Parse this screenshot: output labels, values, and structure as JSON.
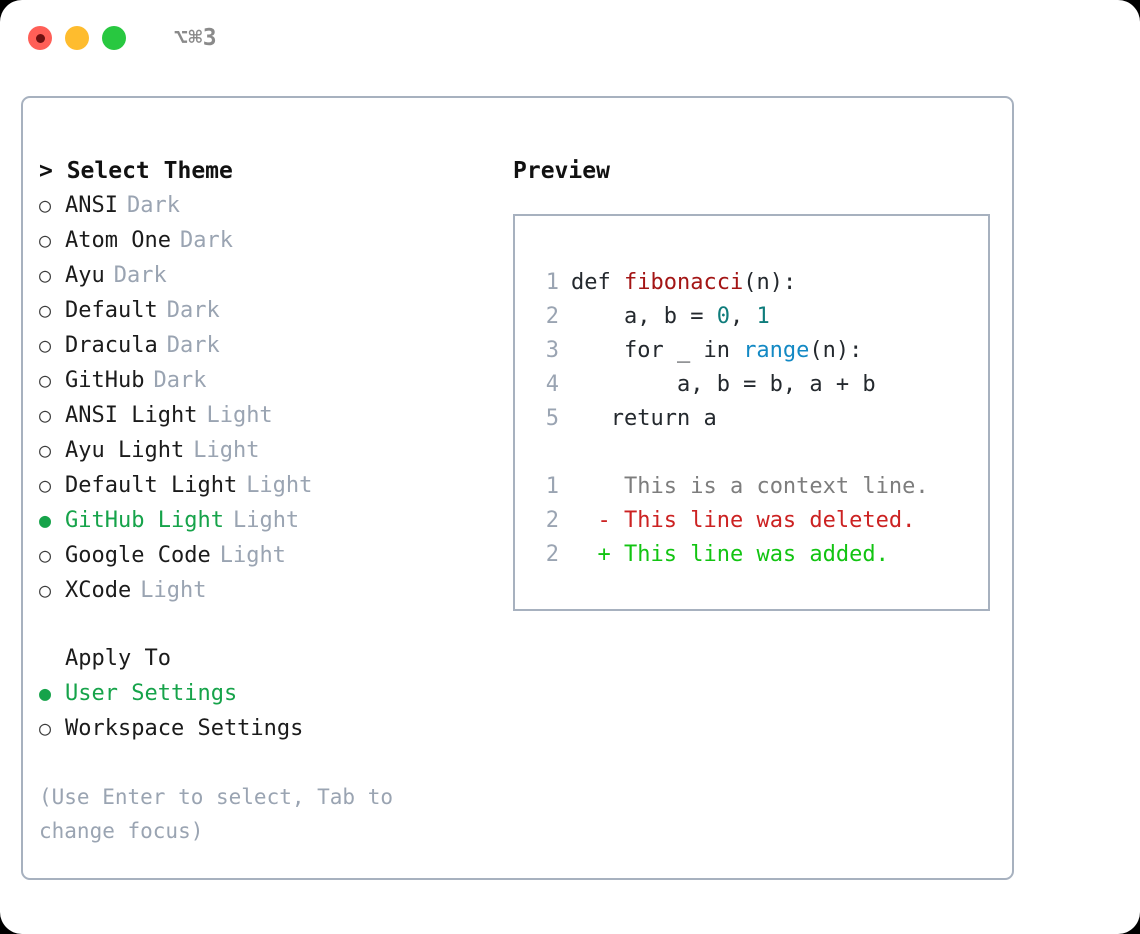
{
  "titlebar": {
    "shortcut": "⌥⌘3",
    "lights": [
      "close",
      "minimize",
      "maximize"
    ]
  },
  "theme_panel": {
    "header": "> Select Theme",
    "selected_bullet": "●",
    "unselected_bullet": "○",
    "themes": [
      {
        "name": "ANSI",
        "variant": "Dark",
        "selected": false
      },
      {
        "name": "Atom One",
        "variant": "Dark",
        "selected": false
      },
      {
        "name": "Ayu",
        "variant": "Dark",
        "selected": false
      },
      {
        "name": "Default",
        "variant": "Dark",
        "selected": false
      },
      {
        "name": "Dracula",
        "variant": "Dark",
        "selected": false
      },
      {
        "name": "GitHub",
        "variant": "Dark",
        "selected": false
      },
      {
        "name": "ANSI Light",
        "variant": "Light",
        "selected": false
      },
      {
        "name": "Ayu Light",
        "variant": "Light",
        "selected": false
      },
      {
        "name": "Default Light",
        "variant": "Light",
        "selected": false
      },
      {
        "name": "GitHub Light",
        "variant": "Light",
        "selected": true
      },
      {
        "name": "Google Code",
        "variant": "Light",
        "selected": false
      },
      {
        "name": "XCode",
        "variant": "Light",
        "selected": false
      }
    ],
    "apply_to": {
      "header": "Apply To",
      "options": [
        {
          "name": "User Settings",
          "selected": true
        },
        {
          "name": "Workspace Settings",
          "selected": false
        }
      ]
    },
    "help_text": "(Use Enter to select, Tab to\nchange focus)"
  },
  "preview": {
    "title": "Preview",
    "code_lines": [
      {
        "no": "1",
        "segments": [
          {
            "text": "def ",
            "tok": "plain"
          },
          {
            "text": "fibonacci",
            "tok": "fn"
          },
          {
            "text": "(n):",
            "tok": "plain"
          }
        ]
      },
      {
        "no": "2",
        "segments": [
          {
            "text": "    a, b = ",
            "tok": "plain"
          },
          {
            "text": "0",
            "tok": "num"
          },
          {
            "text": ", ",
            "tok": "plain"
          },
          {
            "text": "1",
            "tok": "num"
          }
        ]
      },
      {
        "no": "3",
        "segments": [
          {
            "text": "    for _ in ",
            "tok": "plain"
          },
          {
            "text": "range",
            "tok": "call"
          },
          {
            "text": "(n):",
            "tok": "plain"
          }
        ]
      },
      {
        "no": "4",
        "segments": [
          {
            "text": "        a, b = b, a + b",
            "tok": "plain"
          }
        ]
      },
      {
        "no": "5",
        "segments": [
          {
            "text": "   return a",
            "tok": "plain"
          }
        ]
      }
    ],
    "diff_lines": [
      {
        "no": "1",
        "marker": " ",
        "text": " This is a context line.",
        "kind": "ctx"
      },
      {
        "no": "2",
        "marker": "-",
        "text": " This line was deleted.",
        "kind": "del"
      },
      {
        "no": "2",
        "marker": "+",
        "text": " This line was added.",
        "kind": "add"
      }
    ]
  },
  "colors": {
    "accent_green": "#16a34a",
    "diff_add": "#12c412",
    "diff_del": "#cc2222",
    "muted": "#9aa4b2",
    "border": "#a7b1bf",
    "fn_red": "#a31515",
    "num_teal": "#0e7c7b",
    "call_blue": "#1389c4"
  }
}
